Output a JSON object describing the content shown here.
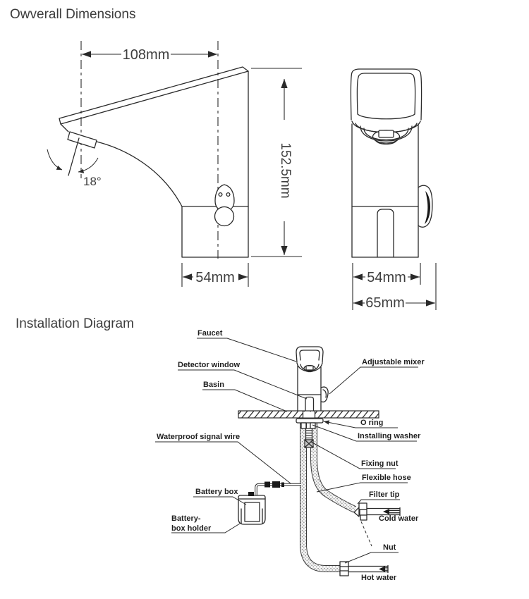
{
  "titles": {
    "overall": "Owverall Dimensions",
    "installation": "Installation Diagram"
  },
  "side_view": {
    "spout_reach": "108mm",
    "height": "152.5mm",
    "sensor_angle": "18°",
    "base_depth": "54mm"
  },
  "front_view": {
    "body_width": "54mm",
    "overall_width": "65mm"
  },
  "installation": {
    "faucet": "Faucet",
    "detector_window": "Detector window",
    "basin": "Basin",
    "adjustable_mixer": "Adjustable mixer",
    "o_ring": "O ring",
    "installing_washer": "Installing  washer",
    "waterproof_signal_wire": "Waterproof signal wire",
    "fixing_nut": "Fixing nut",
    "flexible_hose": "Flexible hose",
    "battery_box": "Battery box",
    "battery_box_holder_line1": "Battery-",
    "battery_box_holder_line2": "box holder",
    "filter_tip": "Filter tip",
    "cold_water": "Cold water",
    "nut": "Nut",
    "hot_water": "Hot water"
  },
  "colors": {
    "line": "#2a2a2a",
    "text": "#3c3c3c",
    "background": "#ffffff"
  }
}
